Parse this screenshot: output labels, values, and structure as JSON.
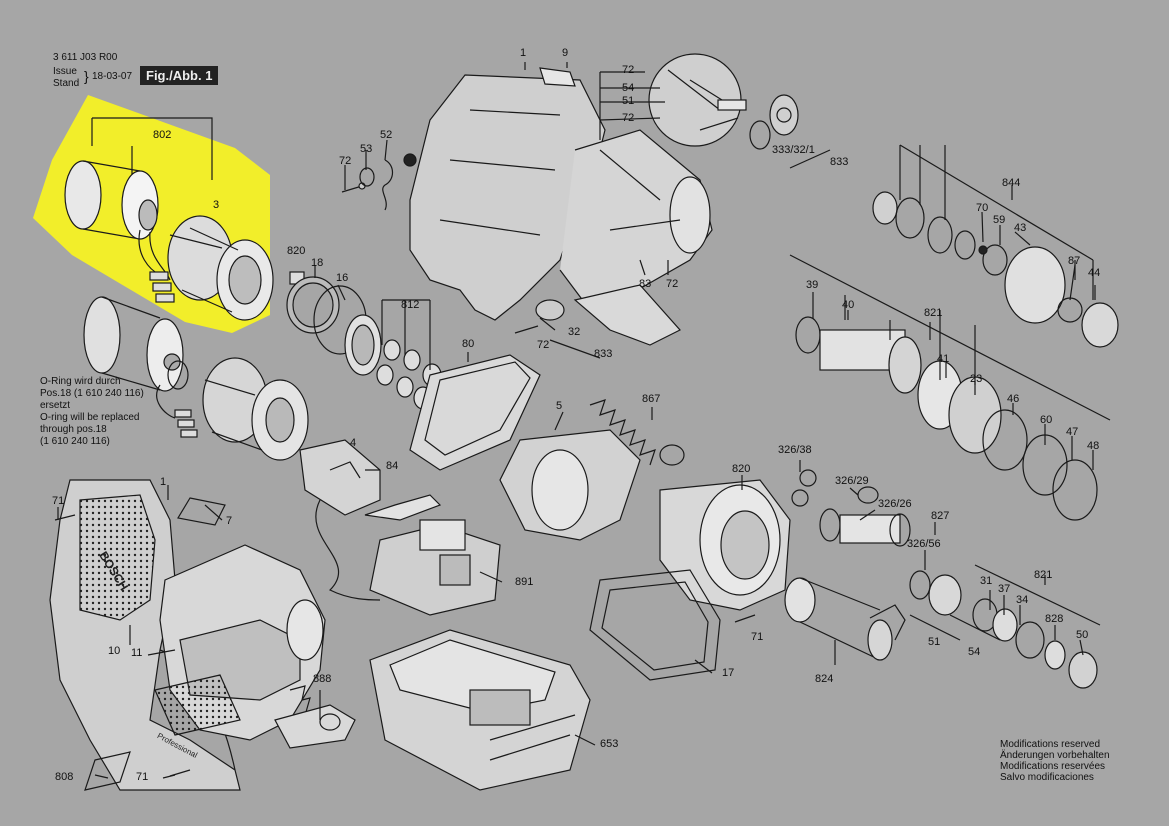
{
  "header": {
    "doc_number": "3 611 J03 R00",
    "issue_label": "Issue",
    "stand_label": "Stand",
    "date": "18-03-07",
    "figure": "Fig./Abb. 1"
  },
  "notes": {
    "oring_de_1": "O-Ring wird durch",
    "oring_de_2": "Pos.18 (1 610 240 116)",
    "oring_de_3": "ersetzt",
    "oring_en_1": "O-ring will be replaced",
    "oring_en_2": "through pos.18",
    "oring_en_3": "(1 610 240 116)"
  },
  "modifications": [
    "Modifications reserved",
    "Änderungen vorbehalten",
    "Modifications reservées",
    "Salvo modificaciones"
  ],
  "part_labels": [
    "1",
    "9",
    "72",
    "54",
    "51",
    "72",
    "333/32/1",
    "833",
    "802",
    "3",
    "52",
    "53",
    "72",
    "844",
    "70",
    "59",
    "43",
    "87",
    "44",
    "820",
    "18",
    "16",
    "812",
    "83",
    "72",
    "32",
    "72",
    "833",
    "39",
    "40",
    "821",
    "41",
    "23",
    "46",
    "60",
    "47",
    "48",
    "80",
    "5",
    "867",
    "820",
    "326/38",
    "326/29",
    "326/26",
    "827",
    "326/56",
    "4",
    "84",
    "891",
    "31",
    "37",
    "34",
    "821",
    "828",
    "50",
    "71",
    "1",
    "7",
    "10",
    "11",
    "888",
    "17",
    "71",
    "824",
    "51",
    "54",
    "653",
    "808",
    "71"
  ],
  "branding": {
    "tool_brand": "BOSCH",
    "series": "Professional"
  },
  "colors": {
    "highlight": "#f2ee2a",
    "background": "#a6a6a6",
    "line": "#1a1a1a"
  }
}
